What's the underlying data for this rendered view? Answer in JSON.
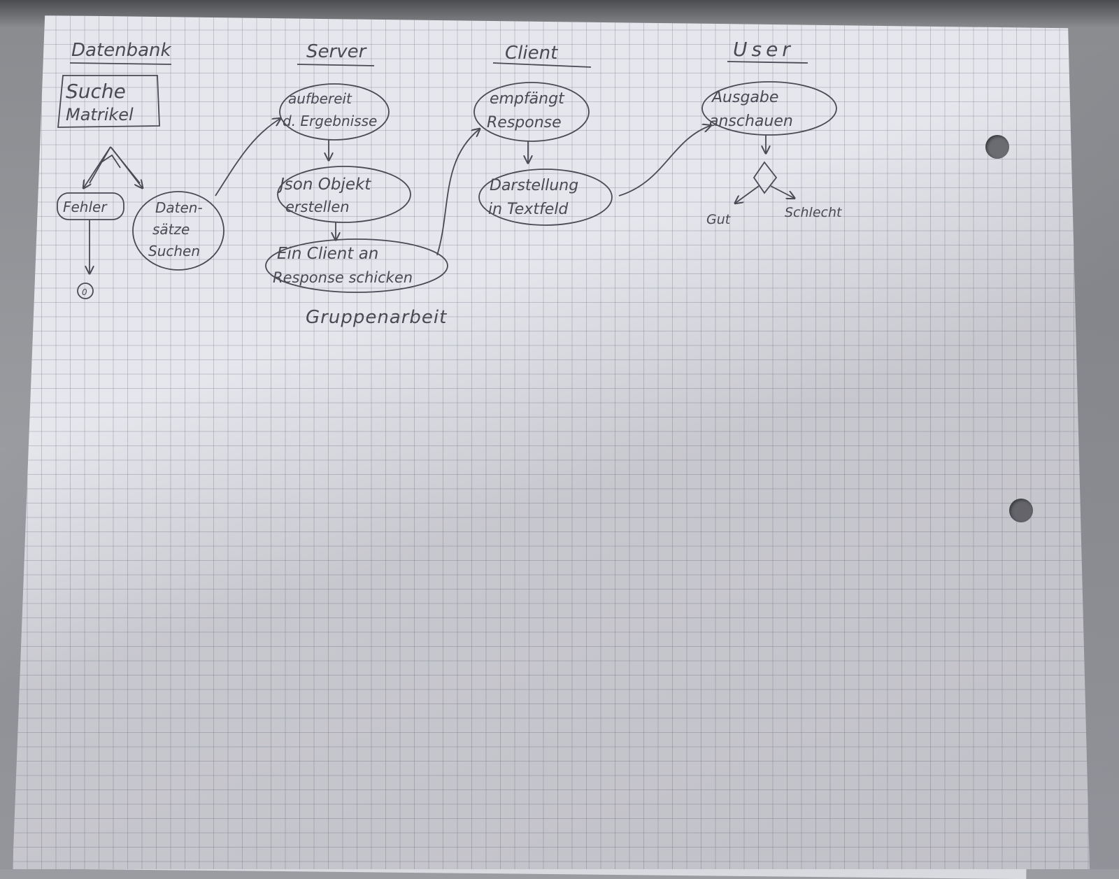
{
  "lanes": {
    "datenbank": "Datenbank",
    "server": "Server",
    "client": "Client",
    "user": "User"
  },
  "datenbank": {
    "suche_line1": "Suche",
    "suche_line2": "Matrikel",
    "fehler": "Fehler",
    "datensaetze_line1": "Daten-",
    "datensaetze_line2": "sätze",
    "datensaetze_line3": "Suchen",
    "end_node": "0"
  },
  "server": {
    "aufbereit_line1": "aufbereit",
    "aufbereit_line2": "d. Ergebnisse",
    "json_line1": "Json Objekt",
    "json_line2": "erstellen",
    "response_line1": "Ein Client an",
    "response_line2": "Response schicken"
  },
  "client": {
    "empfaengt_line1": "empfängt",
    "empfaengt_line2": "Response",
    "darstellung_line1": "Darstellung",
    "darstellung_line2": "in Textfeld"
  },
  "user": {
    "ausgabe_line1": "Ausgabe",
    "ausgabe_line2": "anschauen",
    "gut": "Gut",
    "schlecht": "Schlecht"
  },
  "footer_note": "Gruppenarbeit",
  "colors": {
    "ink": "#4a4a55",
    "paper": "#e6e7ec",
    "grid": "#9096a4"
  }
}
